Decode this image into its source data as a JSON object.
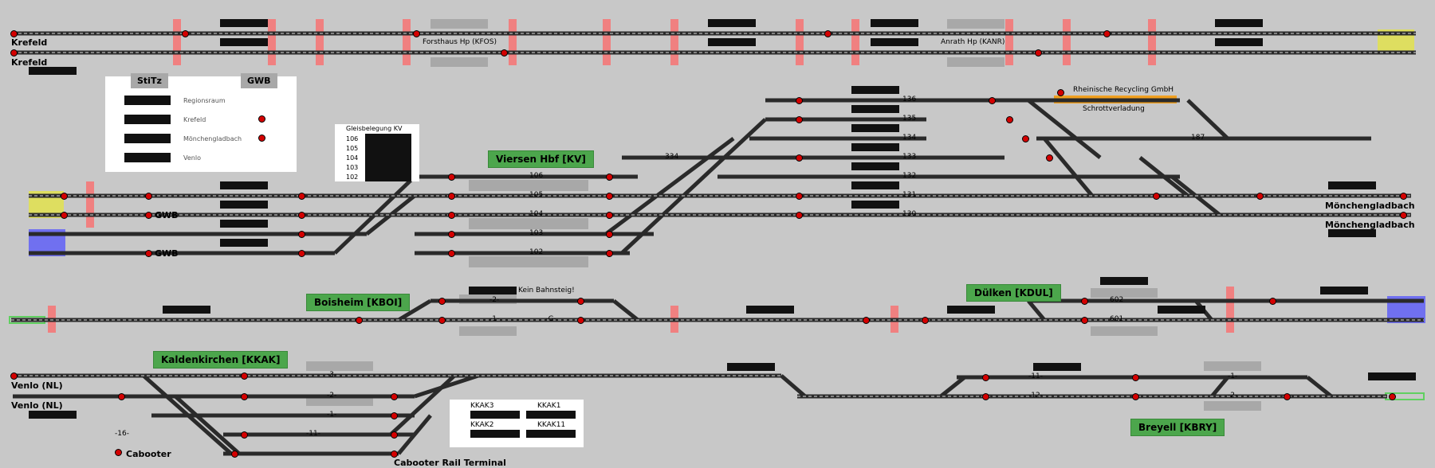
{
  "stations": {
    "viersen": "Viersen Hbf [KV]",
    "boisheim": "Boisheim [KBOI]",
    "dulken": "Dülken [KDUL]",
    "kaldenkirchen": "Kaldenkirchen [KKAK]",
    "breyell": "Breyell [KBRY]"
  },
  "places": {
    "krefeld_1": "Krefeld",
    "krefeld_2": "Krefeld",
    "moenchengladbach_1": "Mönchengladbach",
    "moenchengladbach_2": "Mönchengladbach",
    "venlo_1": "Venlo (NL)",
    "venlo_2": "Venlo (NL)",
    "cabooter": "Cabooter",
    "cabooter_rail": "Cabooter Rail Terminal",
    "forsthaus": "Forsthaus Hp (KFOS)",
    "anrath": "Anrath Hp (KANR)",
    "rheinische": "Rheinische Recycling GmbH",
    "schrott": "Schrottverladung",
    "kein_bahnsteig": "Kein Bahnsteig!",
    "gwb_1": "GWB",
    "gwb_2": "GWB"
  },
  "legend": {
    "tab_stitz": "StiTz",
    "tab_gwb": "GWB",
    "rows": [
      "Regionsraum",
      "Krefeld",
      "Mönchengladbach",
      "Venlo"
    ]
  },
  "occupancy": {
    "title": "Gleisbelegung KV",
    "tracks": [
      "106",
      "105",
      "104",
      "103",
      "102"
    ]
  },
  "kkak_box": {
    "items": [
      "KKAK3",
      "KKAK1",
      "KKAK2",
      "KKAK11"
    ]
  },
  "viersen_tracks": [
    "106",
    "105",
    "104",
    "103",
    "102"
  ],
  "yard_tracks": [
    "136",
    "135",
    "134",
    "133",
    "132",
    "131",
    "130"
  ],
  "misc_numbers": {
    "n187": "187",
    "n334": "334",
    "n602": "602",
    "n601": "601",
    "n2": "-2-",
    "n1": "-1-",
    "nG": "-G-",
    "n3": "-3-",
    "n2b": "-2-",
    "n1b": "-1-",
    "n11": "-11-",
    "n16": "-16-",
    "n11b": "-11-",
    "n12": "-12-",
    "n1c": "-1-",
    "n2c": "-2-"
  },
  "colors": {
    "background": "#c8c8c8",
    "track": "#2a2a2a",
    "signal_red": "#d40000",
    "station_green": "#4ca64c",
    "block_red": "#f08080",
    "platform_gray": "#a8a8a8",
    "boundary_yellow": "#dede60",
    "boundary_blue": "#7070f0",
    "boundary_green": "#80e080",
    "recycling_orange": "#f0a020"
  }
}
